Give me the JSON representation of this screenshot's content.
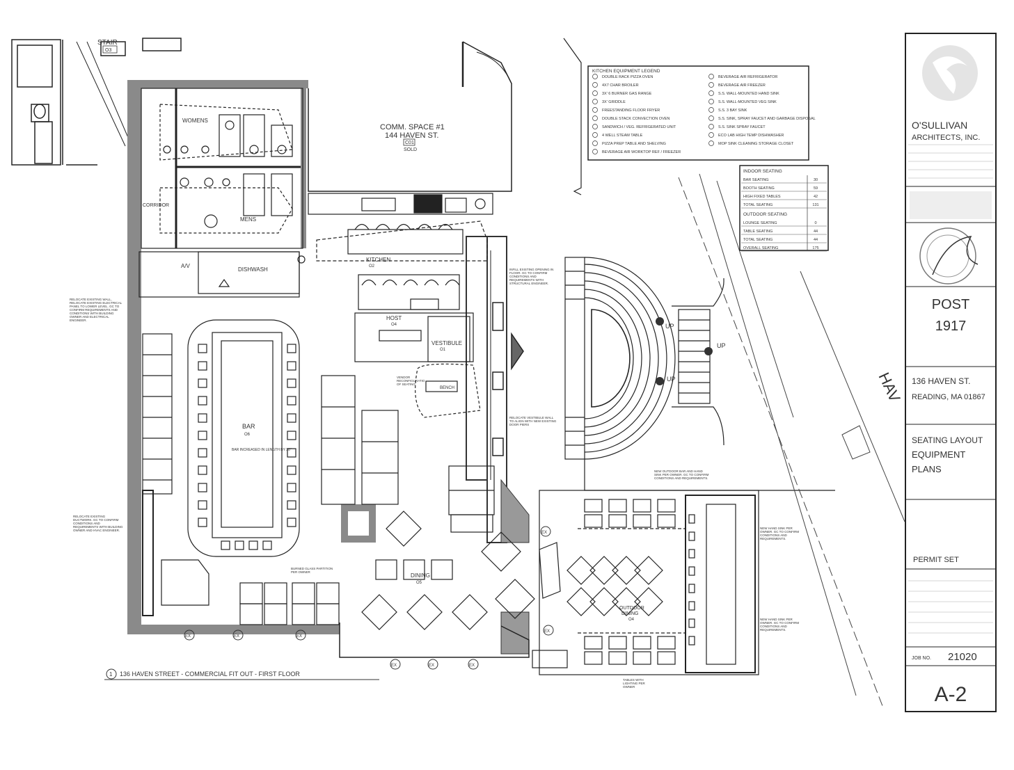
{
  "title_block": {
    "firm_name_1": "O'SULLIVAN",
    "firm_name_2": "ARCHITECTS, INC.",
    "project_name_1": "POST",
    "project_name_2": "1917",
    "address_1": "136 HAVEN ST.",
    "address_2": "READING, MA 01867",
    "sheet_title_1": "SEATING LAYOUT",
    "sheet_title_2": "EQUIPMENT",
    "sheet_title_3": "PLANS",
    "permit": "PERMIT SET",
    "job_no_label": "JOB NO.",
    "job_no": "21020",
    "sheet_number": "A-2"
  },
  "drawing": {
    "caption": "136 HAVEN STREET - COMMERCIAL FIT OUT - FIRST FLOOR",
    "caption_number": "1",
    "street_label": "HAV"
  },
  "rooms": {
    "stair": "STAIR",
    "stair_num": "O3",
    "comm_space_1": "COMM. SPACE #1",
    "comm_space_2": "144 HAVEN ST.",
    "comm_space_num": "C01",
    "comm_space_note": "SOLD",
    "womens": "WOMENS",
    "mens": "MENS",
    "corridor": "CORRIDOR",
    "av": "A/V",
    "dishwash": "DISHWASH",
    "kitchen": "KITCHEN",
    "kitchen_num": "O2",
    "host": "HOST",
    "host_num": "O4",
    "vestibule": "VESTIBULE",
    "vestibule_num": "O1",
    "bench": "BENCH",
    "bar": "BAR",
    "bar_num": "O6",
    "dining": "DINING",
    "dining_num": "O5",
    "outdoor_1": "OUTDOOR",
    "outdoor_2": "DINING",
    "outdoor_num": "O4",
    "up": "UP",
    "ex": "EX"
  },
  "equipment_legend": {
    "title": "KITCHEN EQUIPMENT LEGEND",
    "left": [
      "DOUBLE RACK PIZZA OVEN",
      "4X7 CHAR BROILER",
      "3X' 6 BURNER GAS RANGE",
      "3X' GRIDDLE",
      "FREESTANDING FLOOR FRYER",
      "DOUBLE STACK CONVECTION OVEN",
      "SANDWICH / VEG. REFRIGERATED UNIT",
      "4 WELL STEAM TABLE",
      "PIZZA PREP TABLE AND SHELVING",
      "BEVERAGE AIR WORKTOP REF / FREEZER"
    ],
    "right": [
      "BEVERAGE AIR REFRIGERATOR",
      "BEVERAGE AIR FREEZER",
      "S.S. WALL-MOUNTED HAND SINK",
      "S.S. WALL-MOUNTED VEG SINK",
      "S.S. 3 BAY SINK",
      "S.S. SINK, SPRAY FAUCET AND GARBAGE DISPOSAL",
      "S.S. SINK SPRAY FAUCET",
      "ECO LAB HIGH TEMP DISHWASHER",
      "MOP SINK CLEANING STORAGE CLOSET"
    ]
  },
  "seating_table": {
    "indoor_title": "INDOOR SEATING",
    "indoor_rows": [
      {
        "label": "BAR SEATING",
        "value": "30"
      },
      {
        "label": "BOOTH SEATING",
        "value": "59"
      },
      {
        "label": "HIGH FIXED TABLES",
        "value": "42"
      },
      {
        "label": "TOTAL SEATING",
        "value": "131"
      }
    ],
    "outdoor_title": "OUTDOOR SEATING",
    "outdoor_rows": [
      {
        "label": "LOUNGE SEATING",
        "value": "0"
      },
      {
        "label": "TABLE SEATING",
        "value": "44"
      },
      {
        "label": "TOTAL SEATING",
        "value": "44"
      },
      {
        "label": "OVERALL SEATING",
        "value": "175"
      }
    ]
  },
  "notes": {
    "relocate_wall": "RELOCATE EXISTING WALL, RELOCATE EXISTING ELECTRICAL PANEL TO LOWER LEVEL. GC TO CONFIRM REQUIREMENTS AND CONDITIONS WITH BUILDING OWNER AND ELECTRICAL ENGINEER.",
    "relocate_ductwork": "RELOCATE EXISTING DUCTWORK. GC TO CONFIRM CONDITIONS AND REQUIREMENTS WITH BUILDING OWNER AND HVAC ENGINEER.",
    "infill_floor": "INFILL EXISTING OPENING IN FLOOR. GC TO CONFIRM CONDITIONS AND REQUIREMENTS WITH STRUCTURAL ENGINEER.",
    "relocate_vestibule": "RELOCATE VESTIBULE WALL TO ALIGN WITH NEW EXISTING DOOR PIERS",
    "new_outdoor_bar": "NEW OUTDOOR BAR AND HAND SINK PER OWNER. GC TO CONFIRM CONDITIONS AND REQUIREMENTS.",
    "new_hand_sink_1": "NEW HAND SINK PER OWNER. GC TO CONFIRM CONDITIONS AND REQUIREMENTS.",
    "new_hand_sink_2": "NEW HAND SINK PER OWNER. GC TO CONFIRM CONDITIONS AND REQUIREMENTS.",
    "tables_lighting": "TABLES WITH LIGHTING PER OWNER",
    "vendor_config": "VENDOR RECONFIGURATION OF SEATING",
    "bar_increased": "BAR INCREASED IN LENGTH BY 30\"",
    "glass_partition": "BURNED GLASS PARTITION PER OWNER"
  }
}
